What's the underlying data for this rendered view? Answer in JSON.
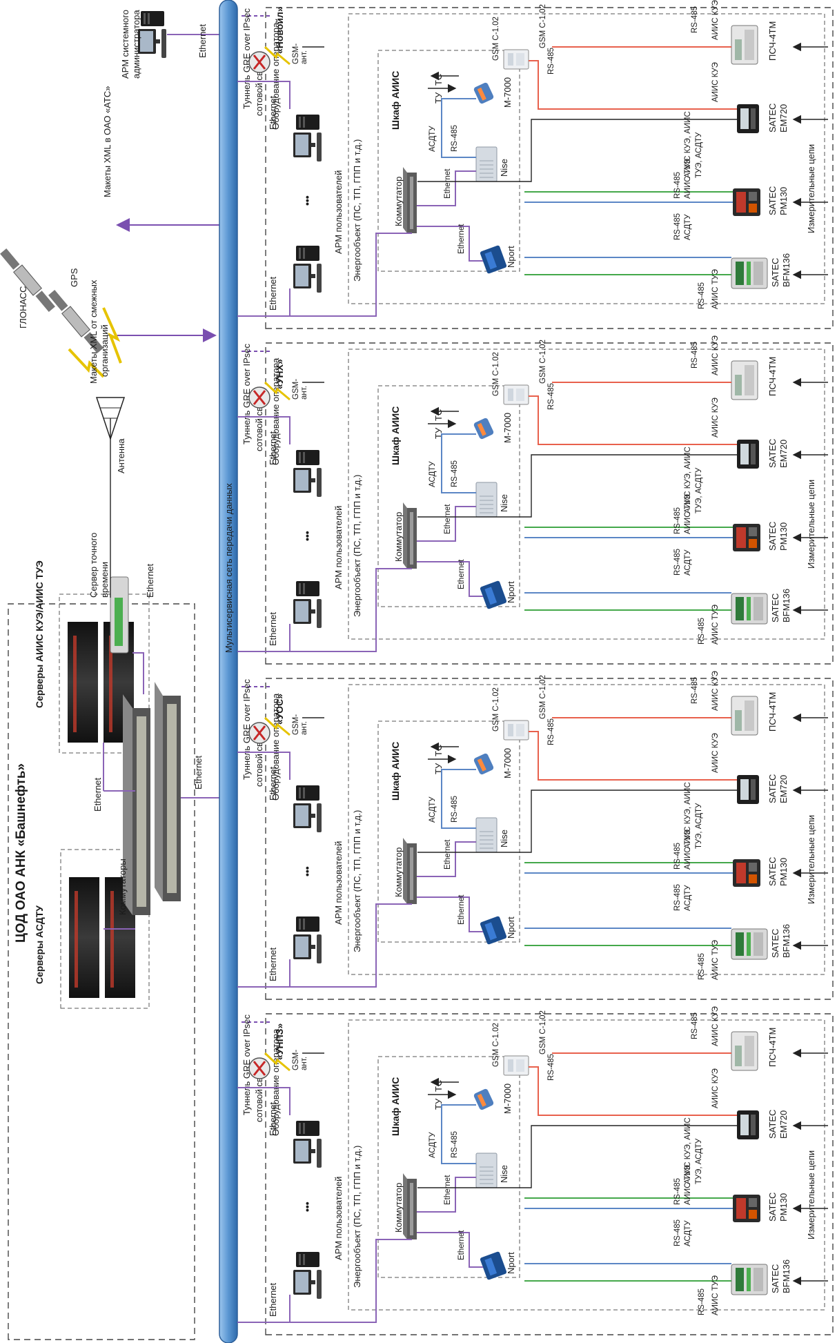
{
  "center": {
    "title": "ЦОД ОАО АНК «Башнефть»",
    "servers_asdtu": "Серверы АСДТУ",
    "servers_aiis": "Серверы АИИС КУЭ/АИИС ТУЭ",
    "switches": "Коммутаторы",
    "time_server_l1": "Сервер точного",
    "time_server_l2": "времени",
    "admin_l1": "АРМ системного",
    "admin_l2": "администратора",
    "ethernet": "Ethernet",
    "antenna": "Антенна",
    "glonass": "ГЛОНАСС",
    "gps": "GPS"
  },
  "bus_label": "Мультисервисная сеть передачи данных",
  "xml_out": "Макеты XML в ОАО «АТС»",
  "xml_in_l1": "Макеты XML от смежных",
  "xml_in_l2": "организаций",
  "sites": [
    {
      "name": "«УНПЗ»"
    },
    {
      "name": "«УОС»"
    },
    {
      "name": "«УНХ»"
    },
    {
      "name": "«Новойл»"
    }
  ],
  "site_labels": {
    "ethernet": "Ethernet",
    "arm_users": "АРМ пользователей",
    "dots": "•••",
    "energy_object": "Энергообъект (ПС, ТП, ГПП и т.д.)",
    "cabinet": "Шкаф АИИС",
    "switch": "Коммутатор",
    "nport": "Nport",
    "nise": "Nise",
    "m7000": "M-7000",
    "asdtu": "АСДТУ",
    "rs485": "RS-485",
    "ty": "ТУ",
    "tc": "ТС",
    "gsm_c102": "GSM C-1.02",
    "gsm": "GSM-",
    "ant": "ант.",
    "operator_l1": "Оборудование оператора",
    "operator_l2": "сотовой связи",
    "tunnel": "Туннель GRE over IPsec",
    "aiis_kue": "АИИС КУЭ",
    "aiis_tue": "АИИС ТУЭ",
    "aiis_kue_tue_l1": "АИИС КУЭ, АИИС",
    "aiis_kue_tue_l2": "ТУЭ, АСДТУ",
    "satec_bfm_l1": "SATEC",
    "satec_bfm_l2": "BFM136",
    "satec_pm_l1": "SATEC",
    "satec_pm_l2": "PM130",
    "satec_em_l1": "SATEC",
    "satec_em_l2": "EM720",
    "psch": "ПСЧ-4ТМ",
    "meas_circuits": "Измерительные цепи"
  }
}
